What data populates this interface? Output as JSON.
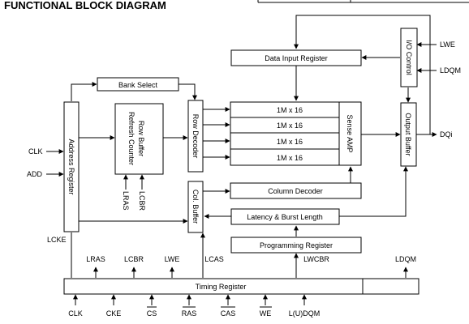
{
  "title": "FUNCTIONAL BLOCK DIAGRAM",
  "blocks": {
    "bank_select": "Bank Select",
    "data_input_register": "Data Input Register",
    "io_control": "I/O Control",
    "address_register": "Address Register",
    "row_buffer_line1": "Row Buffer",
    "row_buffer_line2": "Refresh Counter",
    "row_decoder": "Row Decoder",
    "memory_banks": [
      "1M x 16",
      "1M x 16",
      "1M x 16",
      "1M x 16"
    ],
    "sense_amp": "Sense AMP",
    "output_buffer": "Output Buffer",
    "col_buffer": "Col. Buffer",
    "column_decoder": "Column Decoder",
    "latency_burst": "Latency & Burst Length",
    "programming_register": "Programming Register",
    "timing_register": "Timing Register"
  },
  "signals": {
    "clk_in": "CLK",
    "add_in": "ADD",
    "lwe_in": "LWE",
    "ldqm_in": "LDQM",
    "dqi_out": "DQi",
    "lcke": "LCKE",
    "lras_internal": "LRAS",
    "lcbr_internal": "LCBR",
    "lras_top": "LRAS",
    "lcbr_top": "LCBR",
    "lwe_top": "LWE",
    "lcas_top": "LCAS",
    "lwcbr_top": "LWCBR",
    "ldqm_top": "LDQM",
    "bottom_inputs": [
      "CLK",
      "CKE",
      "CS",
      "RAS",
      "CAS",
      "WE",
      "L(U)DQM"
    ]
  }
}
